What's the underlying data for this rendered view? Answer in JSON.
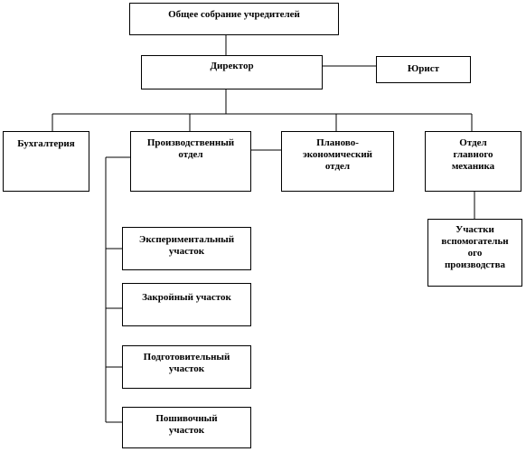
{
  "org_chart": {
    "founders": "Общее собрание учредителей",
    "director": "Директор",
    "lawyer": "Юрист",
    "accounting": "Бухгалтерия",
    "production_dept": "Производственный\nотдел",
    "planning_dept": "Планово-\nэкономический\nотдел",
    "chief_mechanic_dept": "Отдел\nглавного\nмеханика",
    "auxiliary_section": "Участки\nвспомогательн\nого\nпроизводства",
    "experimental_section": "Экспериментальный\nучасток",
    "cutting_section": "Закройный участок",
    "preparatory_section": "Подготовительный\nучасток",
    "sewing_section": "Пошивочный\nучасток"
  }
}
